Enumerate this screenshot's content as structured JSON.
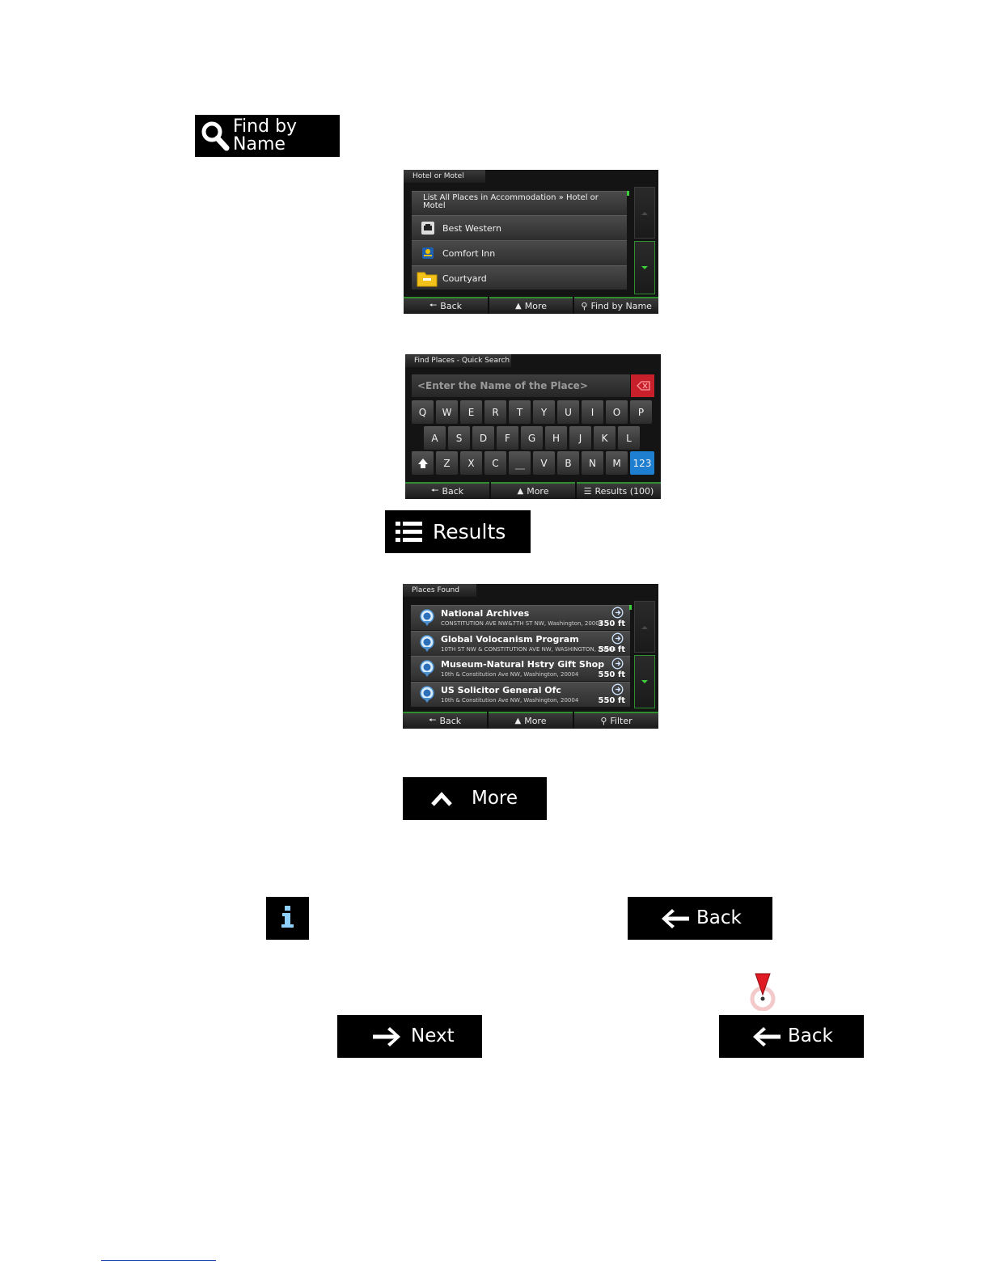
{
  "find_by_name_button": {
    "label": "Find by Name"
  },
  "hotel_screen": {
    "title": "Hotel or Motel",
    "list_all_label": "List All Places in Accommodation » Hotel or Motel",
    "items": [
      {
        "label": "Best Western"
      },
      {
        "label": "Comfort Inn"
      },
      {
        "label": "Courtyard"
      }
    ],
    "bottom_bar": {
      "back": "Back",
      "more": "More",
      "find_by_name": "Find by Name"
    }
  },
  "search_screen": {
    "title": "Find Places - Quick Search",
    "placeholder": "<Enter the Name of the Place>",
    "keys_row1": [
      "Q",
      "W",
      "E",
      "R",
      "T",
      "Y",
      "U",
      "I",
      "O",
      "P"
    ],
    "keys_row2": [
      "A",
      "S",
      "D",
      "F",
      "G",
      "H",
      "J",
      "K",
      "L"
    ],
    "keys_row3": [
      "Z",
      "X",
      "C",
      "V",
      "B",
      "N",
      "M"
    ],
    "numeric_key": "123",
    "bottom_bar": {
      "back": "Back",
      "more": "More",
      "results": "Results (100)"
    }
  },
  "results_button": {
    "label": "Results"
  },
  "places_screen": {
    "title": "Places Found",
    "places": [
      {
        "name": "National Archives",
        "address": "CONSTITUTION AVE NW&7TH ST NW, Washington, 20004",
        "distance": "350 ft"
      },
      {
        "name": "Global Volocanism Program",
        "address": "10TH ST NW & CONSTITUTION AVE NW, WASHINGTON, 20004",
        "distance": "550 ft"
      },
      {
        "name": "Museum-Natural Hstry Gift Shop",
        "address": "10th & Constitution Ave NW, Washington, 20004",
        "distance": "550 ft"
      },
      {
        "name": "US Solicitor General Ofc",
        "address": "10th & Constitution Ave NW, Washington, 20004",
        "distance": "550 ft"
      }
    ],
    "bottom_bar": {
      "back": "Back",
      "more": "More",
      "filter": "Filter"
    }
  },
  "more_button": {
    "label": "More"
  },
  "back_button_1": {
    "label": "Back"
  },
  "next_button": {
    "label": "Next"
  },
  "back_button_2": {
    "label": "Back"
  },
  "colors": {
    "button_bg": "#000000",
    "accent_green": "#2f8f2f",
    "delete_red": "#c8202a",
    "numeric_blue": "#1e7fd0"
  }
}
